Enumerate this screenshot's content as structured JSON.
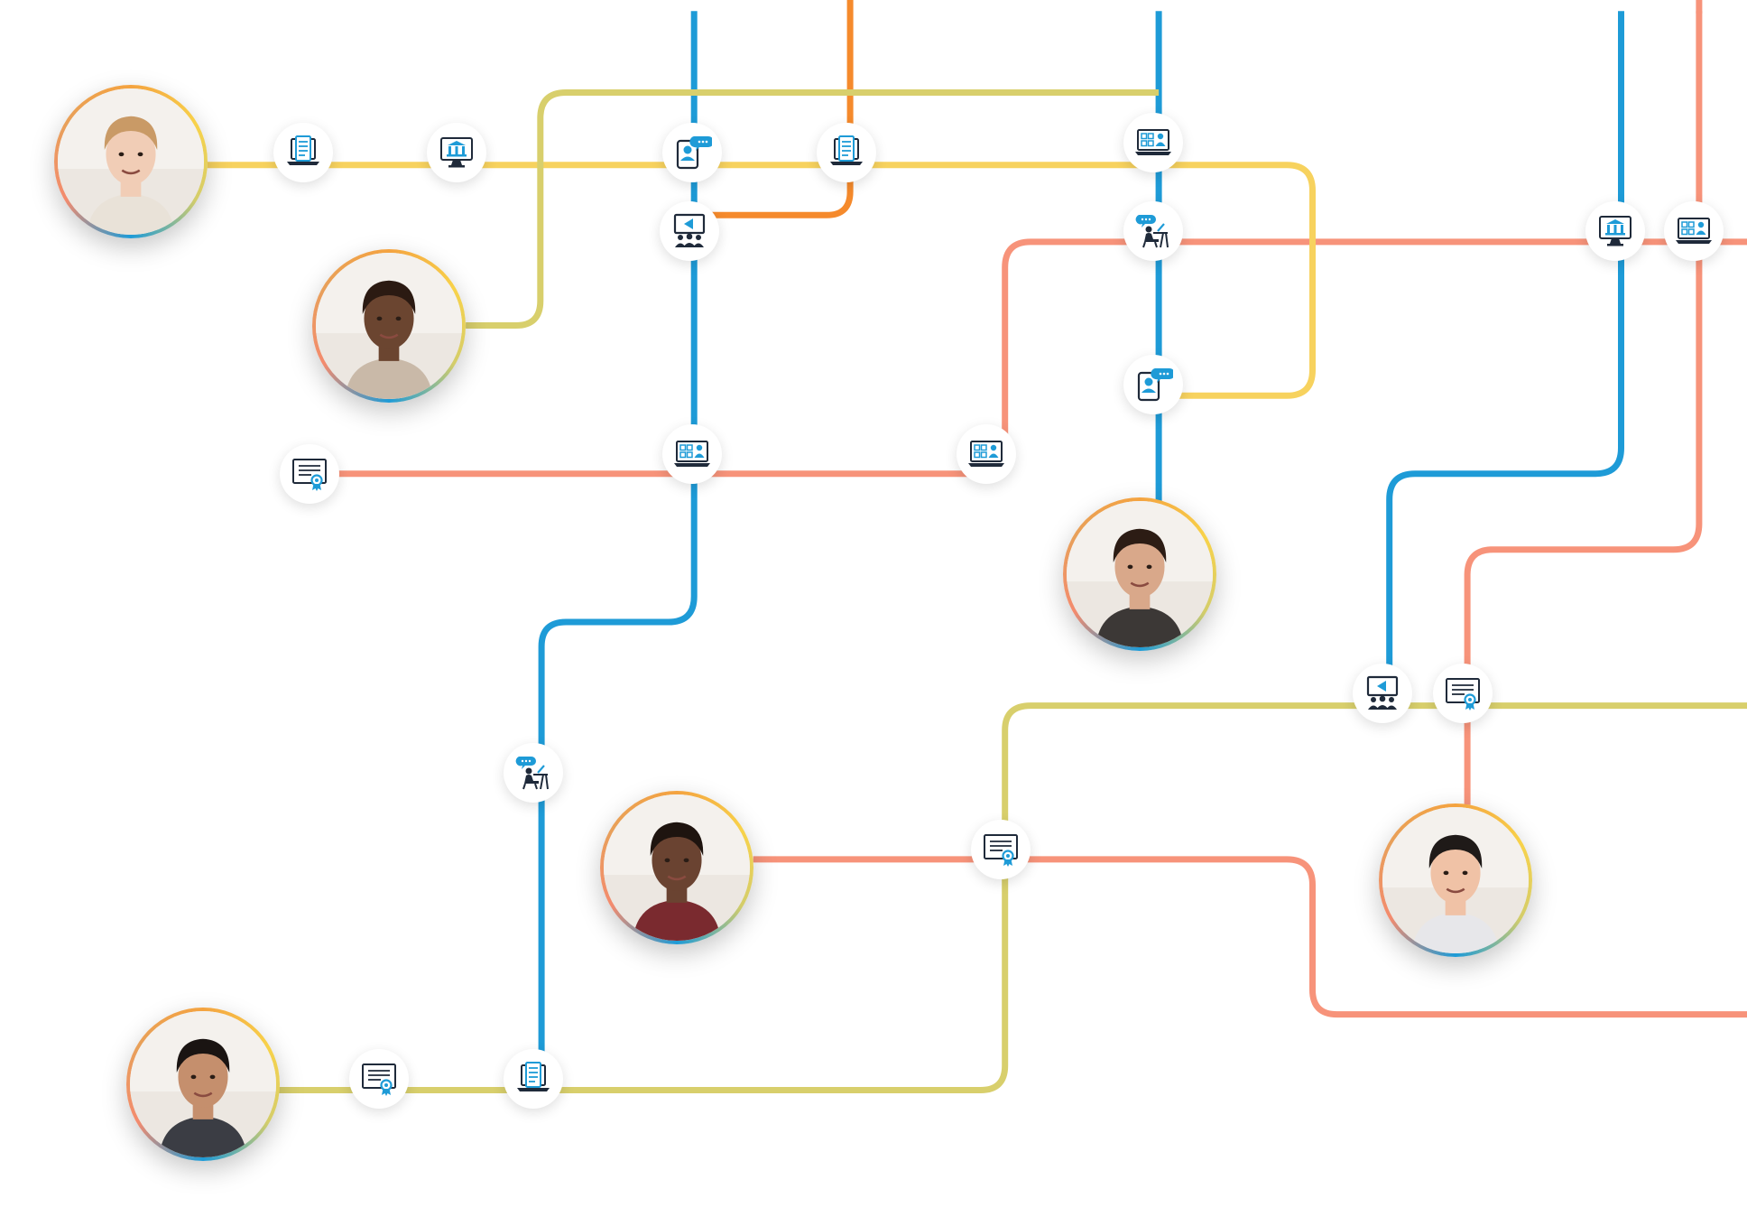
{
  "colors": {
    "blue": "#1e9bd7",
    "orange": "#f58a2c",
    "salmon": "#f7937a",
    "yellow": "#f7d25e",
    "olive": "#d8cf6c",
    "icon_dark": "#1f2a3a",
    "icon_accent": "#1e9bd7"
  },
  "routes": [
    {
      "name": "route-blue-1",
      "color": "blue"
    },
    {
      "name": "route-blue-2",
      "color": "blue"
    },
    {
      "name": "route-blue-3",
      "color": "blue"
    },
    {
      "name": "route-orange",
      "color": "orange"
    },
    {
      "name": "route-salmon-1",
      "color": "salmon"
    },
    {
      "name": "route-salmon-2",
      "color": "salmon"
    },
    {
      "name": "route-salmon-3",
      "color": "salmon"
    },
    {
      "name": "route-salmon-4",
      "color": "salmon"
    },
    {
      "name": "route-yellow-1",
      "color": "yellow"
    },
    {
      "name": "route-olive-1",
      "color": "olive"
    },
    {
      "name": "route-olive-2",
      "color": "olive"
    }
  ],
  "nodes": [
    {
      "name": "laptop-checklist-icon",
      "icon": "laptop-checklist"
    },
    {
      "name": "institution-monitor-icon",
      "icon": "institution-monitor"
    },
    {
      "name": "tablet-chat-icon",
      "icon": "tablet-chat"
    },
    {
      "name": "laptop-checklist-icon",
      "icon": "laptop-checklist"
    },
    {
      "name": "video-conference-icon",
      "icon": "video-conference"
    },
    {
      "name": "presentation-audience-icon",
      "icon": "presentation-audience"
    },
    {
      "name": "desk-learner-icon",
      "icon": "desk-learner"
    },
    {
      "name": "institution-monitor-icon",
      "icon": "institution-monitor"
    },
    {
      "name": "video-conference-icon",
      "icon": "video-conference"
    },
    {
      "name": "tablet-chat-icon",
      "icon": "tablet-chat"
    },
    {
      "name": "certificate-icon",
      "icon": "certificate"
    },
    {
      "name": "video-conference-icon",
      "icon": "video-conference"
    },
    {
      "name": "video-conference-icon",
      "icon": "video-conference"
    },
    {
      "name": "desk-learner-icon",
      "icon": "desk-learner"
    },
    {
      "name": "presentation-audience-icon",
      "icon": "presentation-audience"
    },
    {
      "name": "certificate-icon",
      "icon": "certificate"
    },
    {
      "name": "certificate-icon",
      "icon": "certificate"
    },
    {
      "name": "certificate-icon",
      "icon": "certificate"
    },
    {
      "name": "laptop-checklist-icon",
      "icon": "laptop-checklist"
    }
  ],
  "avatars": [
    {
      "name": "avatar-learner-1",
      "skin": "#f1cdb6",
      "hair": "#c99a66",
      "shirt": "#e9e2d8"
    },
    {
      "name": "avatar-learner-2",
      "skin": "#6b4530",
      "hair": "#2b1a12",
      "shirt": "#c9b9a8"
    },
    {
      "name": "avatar-learner-3",
      "skin": "#d9a88a",
      "hair": "#2c1c14",
      "shirt": "#3c3836"
    },
    {
      "name": "avatar-learner-4",
      "skin": "#6a4331",
      "hair": "#1e140f",
      "shirt": "#7a2a2f"
    },
    {
      "name": "avatar-learner-5",
      "skin": "#f0c2a6",
      "hair": "#1f1a18",
      "shirt": "#e7e7ea"
    },
    {
      "name": "avatar-learner-6",
      "skin": "#c58f6d",
      "hair": "#1a1412",
      "shirt": "#3b3d44"
    }
  ]
}
